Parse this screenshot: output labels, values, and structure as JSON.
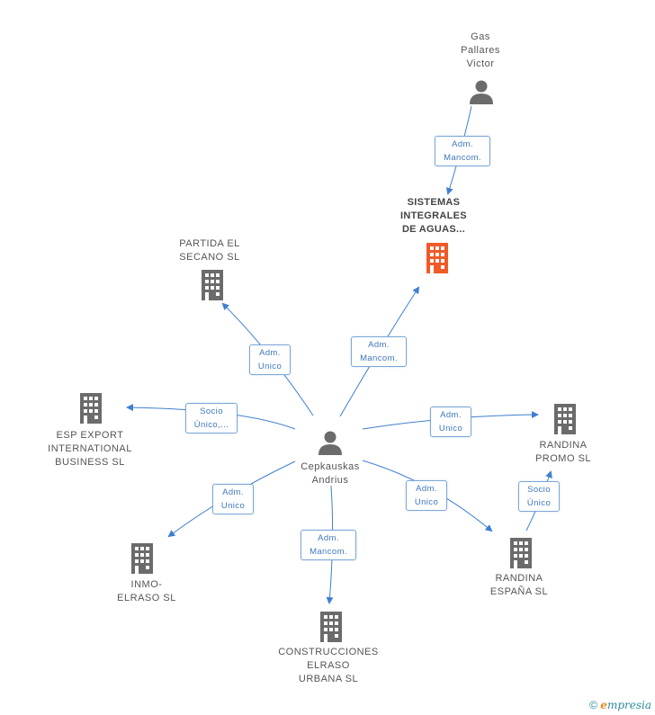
{
  "nodes": {
    "gas_pallares": {
      "label": "Gas\nPallares\nVictor",
      "icon": "person-icon"
    },
    "sistemas": {
      "label": "SISTEMAS\nINTEGRALES\nDE AGUAS...",
      "icon": "building-icon",
      "color": "#f05a28"
    },
    "partida": {
      "label": "PARTIDA EL\nSECANO  SL",
      "icon": "building-icon"
    },
    "esp_export": {
      "label": "ESP EXPORT\nINTERNATIONAL\nBUSINESS  SL",
      "icon": "building-icon"
    },
    "cepkauskas": {
      "label": "Cepkauskas\nAndrius",
      "icon": "person-icon"
    },
    "randina_promo": {
      "label": "RANDINA\nPROMO  SL",
      "icon": "building-icon"
    },
    "randina_espana": {
      "label": "RANDINA\nESPAÑA  SL",
      "icon": "building-icon"
    },
    "inmo": {
      "label": "INMO-\nELRASO  SL",
      "icon": "building-icon"
    },
    "construcciones": {
      "label": "CONSTRUCCIONES\nELRASO\nURBANA  SL",
      "icon": "building-icon"
    }
  },
  "edges": {
    "gas_to_sistemas": "Adm.\nMancom.",
    "cep_to_sistemas": "Adm.\nMancom.",
    "cep_to_partida": "Adm.\nUnico",
    "cep_to_esp": "Socio\nÚnico,...",
    "cep_to_promo": "Adm.\nUnico",
    "cep_to_espana": "Adm.\nUnico",
    "espana_to_promo": "Socio\nÚnico",
    "cep_to_inmo": "Adm.\nUnico",
    "cep_to_construcciones": "Adm.\nMancom."
  },
  "colors": {
    "edge": "#3f7fd0",
    "node": "#6b6b6b",
    "highlight": "#f05a28"
  },
  "footer": {
    "copyright": "©",
    "brand_initial": "e",
    "brand_rest": "mpresia"
  }
}
